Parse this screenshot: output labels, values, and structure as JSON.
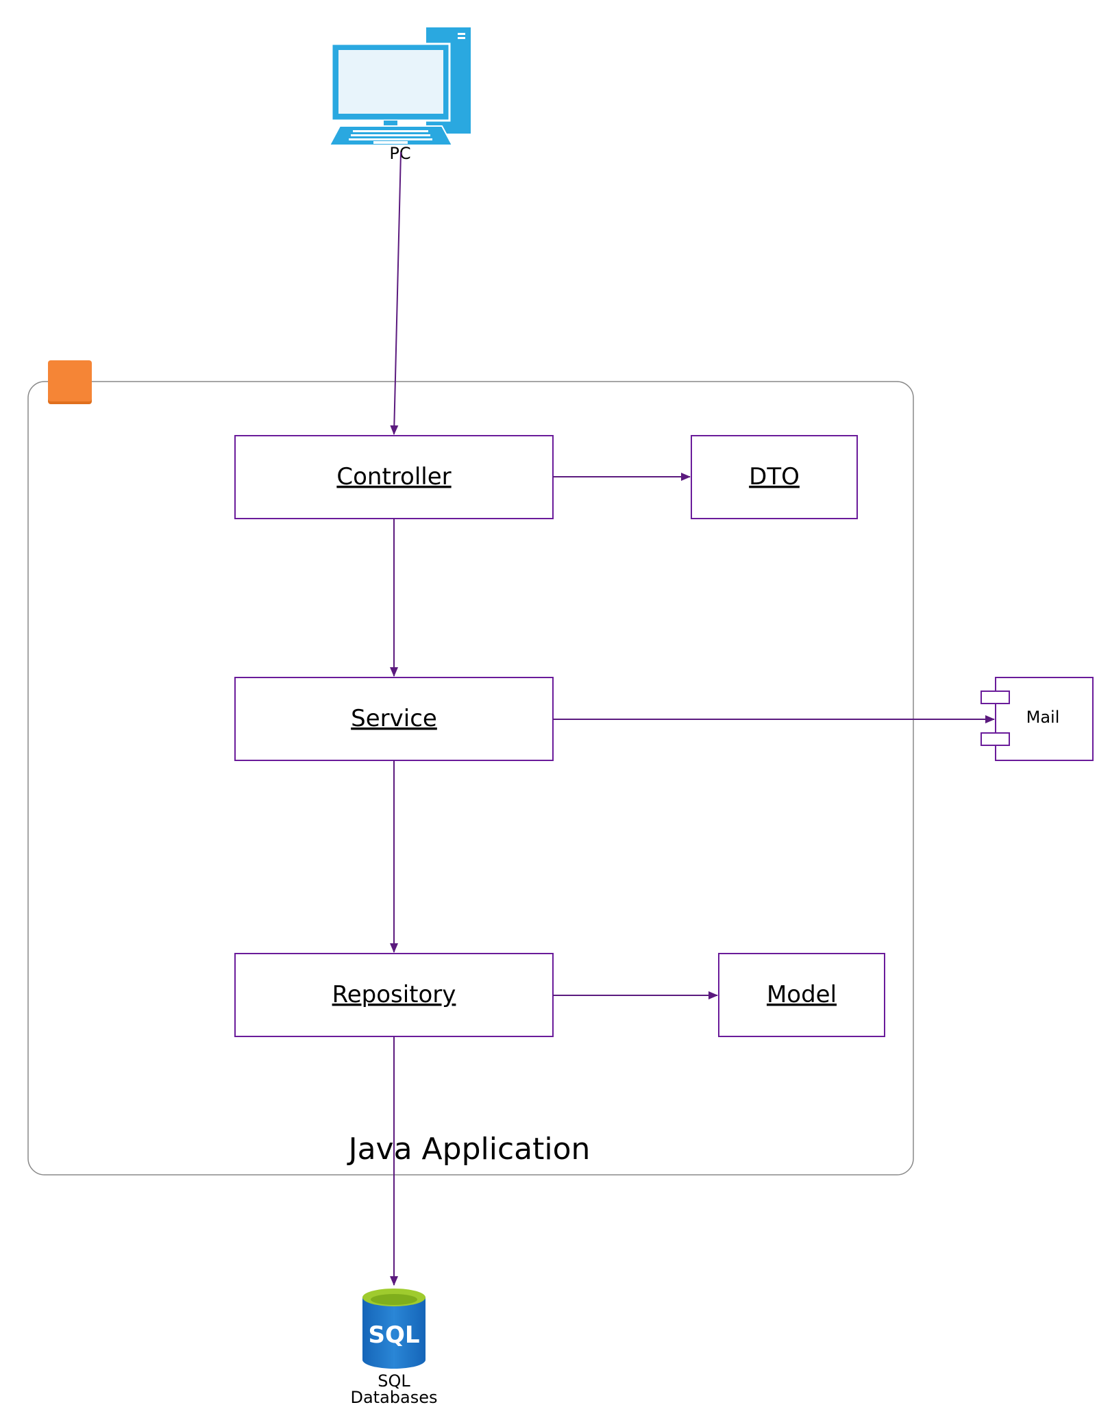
{
  "nodes": {
    "pc": {
      "label": "PC",
      "icon": "desktop-computer-icon"
    },
    "container": {
      "label": "Java Application",
      "icon": "orange-square-icon"
    },
    "controller": {
      "label": "Controller"
    },
    "dto": {
      "label": "DTO"
    },
    "service": {
      "label": "Service"
    },
    "mail": {
      "label": "Mail",
      "icon": "component-icon"
    },
    "repository": {
      "label": "Repository"
    },
    "model": {
      "label": "Model"
    },
    "sql": {
      "label_line1": "SQL",
      "label_line2": "Databases",
      "icon_text": "SQL",
      "icon": "sql-database-icon"
    }
  },
  "edges": [
    {
      "from": "PC",
      "to": "Controller"
    },
    {
      "from": "Controller",
      "to": "DTO"
    },
    {
      "from": "Controller",
      "to": "Service"
    },
    {
      "from": "Service",
      "to": "Mail"
    },
    {
      "from": "Service",
      "to": "Repository"
    },
    {
      "from": "Repository",
      "to": "Model"
    },
    {
      "from": "Repository",
      "to": "SQL Databases"
    }
  ],
  "colors": {
    "edge": "#5b1a7e",
    "box_border": "#6a1b9a",
    "container_border": "#888888",
    "container_icon": "#f58536",
    "pc_blue": "#2aa8e0",
    "sql_blue": "#1e78c8",
    "sql_green": "#9fcb2e"
  }
}
